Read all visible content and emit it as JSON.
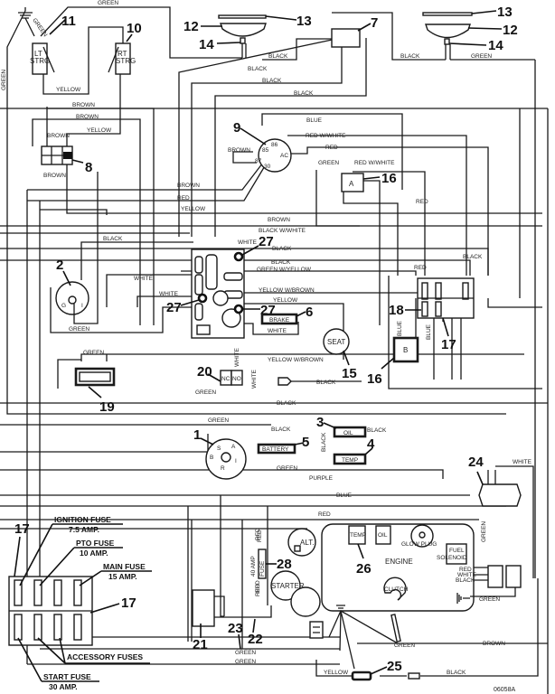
{
  "diagram": {
    "drawing_number": "06058A",
    "components": {
      "c1": {
        "num": "1",
        "name": "ignition-switch"
      },
      "c2": {
        "num": "2",
        "name": "hour-meter"
      },
      "c3": {
        "num": "3",
        "name": "oil-light",
        "label": "OIL"
      },
      "c4": {
        "num": "4",
        "name": "temp-light",
        "label": "TEMP"
      },
      "c5": {
        "num": "5",
        "name": "battery-light",
        "label": "BATTERY"
      },
      "c6": {
        "num": "6",
        "name": "brake-light",
        "label": "BRAKE"
      },
      "c7": {
        "num": "7",
        "name": "light-switch"
      },
      "c8": {
        "num": "8",
        "name": "connector"
      },
      "c9": {
        "num": "9",
        "name": "pto-switch"
      },
      "c10": {
        "num": "10",
        "name": "right-steering-switch",
        "label_l1": "RT",
        "label_l2": "STRG"
      },
      "c11": {
        "num": "11",
        "name": "left-steering-switch",
        "label_l1": "LT",
        "label_l2": "STRG"
      },
      "c12": {
        "num": "12",
        "name": "headlight"
      },
      "c13": {
        "num": "13",
        "name": "lens"
      },
      "c14": {
        "num": "14",
        "name": "bulb"
      },
      "c15": {
        "num": "15",
        "name": "seat-switch",
        "label": "SEAT"
      },
      "c16": {
        "num": "16",
        "name": "relay",
        "label_a": "A",
        "label_b": "B"
      },
      "c17": {
        "num": "17",
        "name": "fuse-block"
      },
      "c18": {
        "num": "18",
        "name": "fuse-block-connector"
      },
      "c19": {
        "num": "19",
        "name": "diode-module"
      },
      "c20": {
        "num": "20",
        "name": "brake-switch",
        "nc1": "NC",
        "nc2": "NO"
      },
      "c21": {
        "num": "21",
        "name": "battery"
      },
      "c22": {
        "num": "22",
        "name": "positive-cable"
      },
      "c23": {
        "num": "23",
        "name": "negative-cable"
      },
      "c24": {
        "num": "24",
        "name": "voltage-regulator"
      },
      "c25": {
        "num": "25",
        "name": "inline-fuse"
      },
      "c26": {
        "num": "26",
        "name": "temp-sender"
      },
      "c27": {
        "num": "27",
        "name": "ground-point"
      },
      "c28": {
        "num": "28",
        "name": "main-fuse",
        "label": "FUSE",
        "amp": "40 AMP"
      }
    },
    "engine": {
      "label": "ENGINE",
      "temp": "TEMP",
      "oil": "OIL",
      "glow_plug": "GLOW PLUG",
      "fuel_solenoid_l1": "FUEL",
      "fuel_solenoid_l2": "SOLENOID",
      "clutch": "CLUTCH",
      "alt": "ALT.",
      "starter": "STARTER",
      "solenoid_wires": [
        "RED",
        "WHITE",
        "BLACK"
      ]
    },
    "ignition_terminals": [
      "B",
      "S",
      "A",
      "I",
      "R"
    ],
    "pto_terminals": [
      "85",
      "86",
      "87",
      "30",
      "AC"
    ],
    "hourmeter_terminals": [
      "G",
      "I"
    ],
    "fuse_block": {
      "ignition_fuse": "IGNITION FUSE",
      "ignition_amp": "7.5 AMP.",
      "pto_fuse": "PTO FUSE",
      "pto_amp": "10 AMP.",
      "main_fuse": "MAIN FUSE",
      "main_amp": "15 AMP.",
      "accessory_fuses": "ACCESSORY FUSES",
      "start_fuse": "START FUSE",
      "start_amp": "30 AMP."
    },
    "wires": {
      "green": "GREEN",
      "black": "BLACK",
      "yellow": "YELLOW",
      "brown": "BROWN",
      "blue": "BLUE",
      "red": "RED",
      "white": "WHITE",
      "purple": "PURPLE",
      "red_white": "RED W/WHITE",
      "black_white": "BLACK W/WHITE",
      "green_yellow": "GREEN W/YELLOW",
      "yellow_brown": "YELLOW W/BROWN"
    }
  }
}
